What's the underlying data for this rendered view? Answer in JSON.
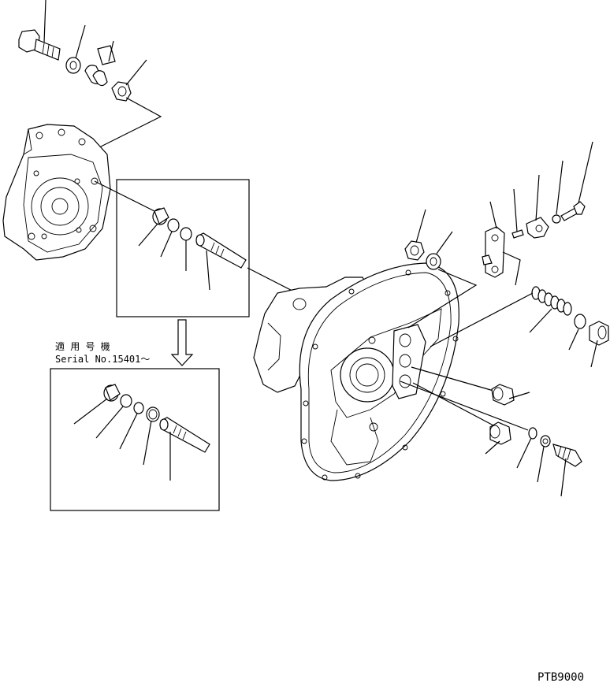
{
  "diagram": {
    "serial_note_line1": "適 用 号 機",
    "serial_note_line2": "Serial No.15401～",
    "page_code": "PTB9000"
  }
}
